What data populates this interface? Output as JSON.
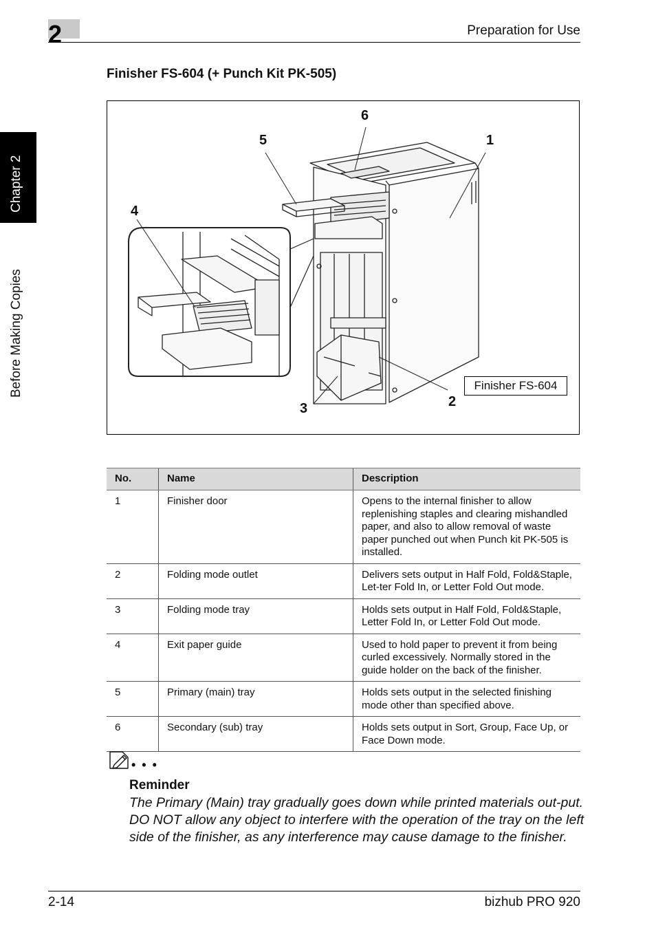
{
  "header": {
    "chapter_number": "2",
    "title": "Preparation for Use"
  },
  "side_tabs": {
    "chapter": "Chapter 2",
    "section": "Before Making Copies"
  },
  "section_title": "Finisher FS-604 (+ Punch Kit PK-505)",
  "figure": {
    "caption": "Finisher FS-604",
    "callouts": [
      "1",
      "2",
      "3",
      "4",
      "5",
      "6"
    ]
  },
  "table": {
    "headers": [
      "No.",
      "Name",
      "Description"
    ],
    "rows": [
      {
        "no": "1",
        "name": "Finisher door",
        "description": "Opens to the internal finisher to allow replenishing staples and clearing mishandled paper, and also to allow removal of waste paper punched out when Punch kit PK-505 is installed."
      },
      {
        "no": "2",
        "name": "Folding mode outlet",
        "description": "Delivers sets output in Half Fold, Fold&Staple, Let-ter Fold In, or Letter Fold Out mode."
      },
      {
        "no": "3",
        "name": "Folding mode tray",
        "description": "Holds sets output in Half Fold, Fold&Staple, Letter Fold In, or Letter Fold Out mode."
      },
      {
        "no": "4",
        "name": "Exit paper guide",
        "description": "Used to hold paper to prevent it from being curled excessively. Normally stored in the guide holder on the back of the finisher."
      },
      {
        "no": "5",
        "name": "Primary (main) tray",
        "description": "Holds sets output in the selected finishing mode other than specified above."
      },
      {
        "no": "6",
        "name": "Secondary (sub) tray",
        "description": "Holds sets output in Sort, Group, Face Up, or Face Down mode."
      }
    ]
  },
  "reminder": {
    "dots": "• • •",
    "title": "Reminder",
    "text": "The Primary (Main) tray gradually goes down while printed materials out-put. DO NOT allow any object to interfere with the operation of the tray on the left side of the finisher, as any interference may cause damage to the finisher."
  },
  "footer": {
    "page": "2-14",
    "product": "bizhub PRO 920"
  }
}
